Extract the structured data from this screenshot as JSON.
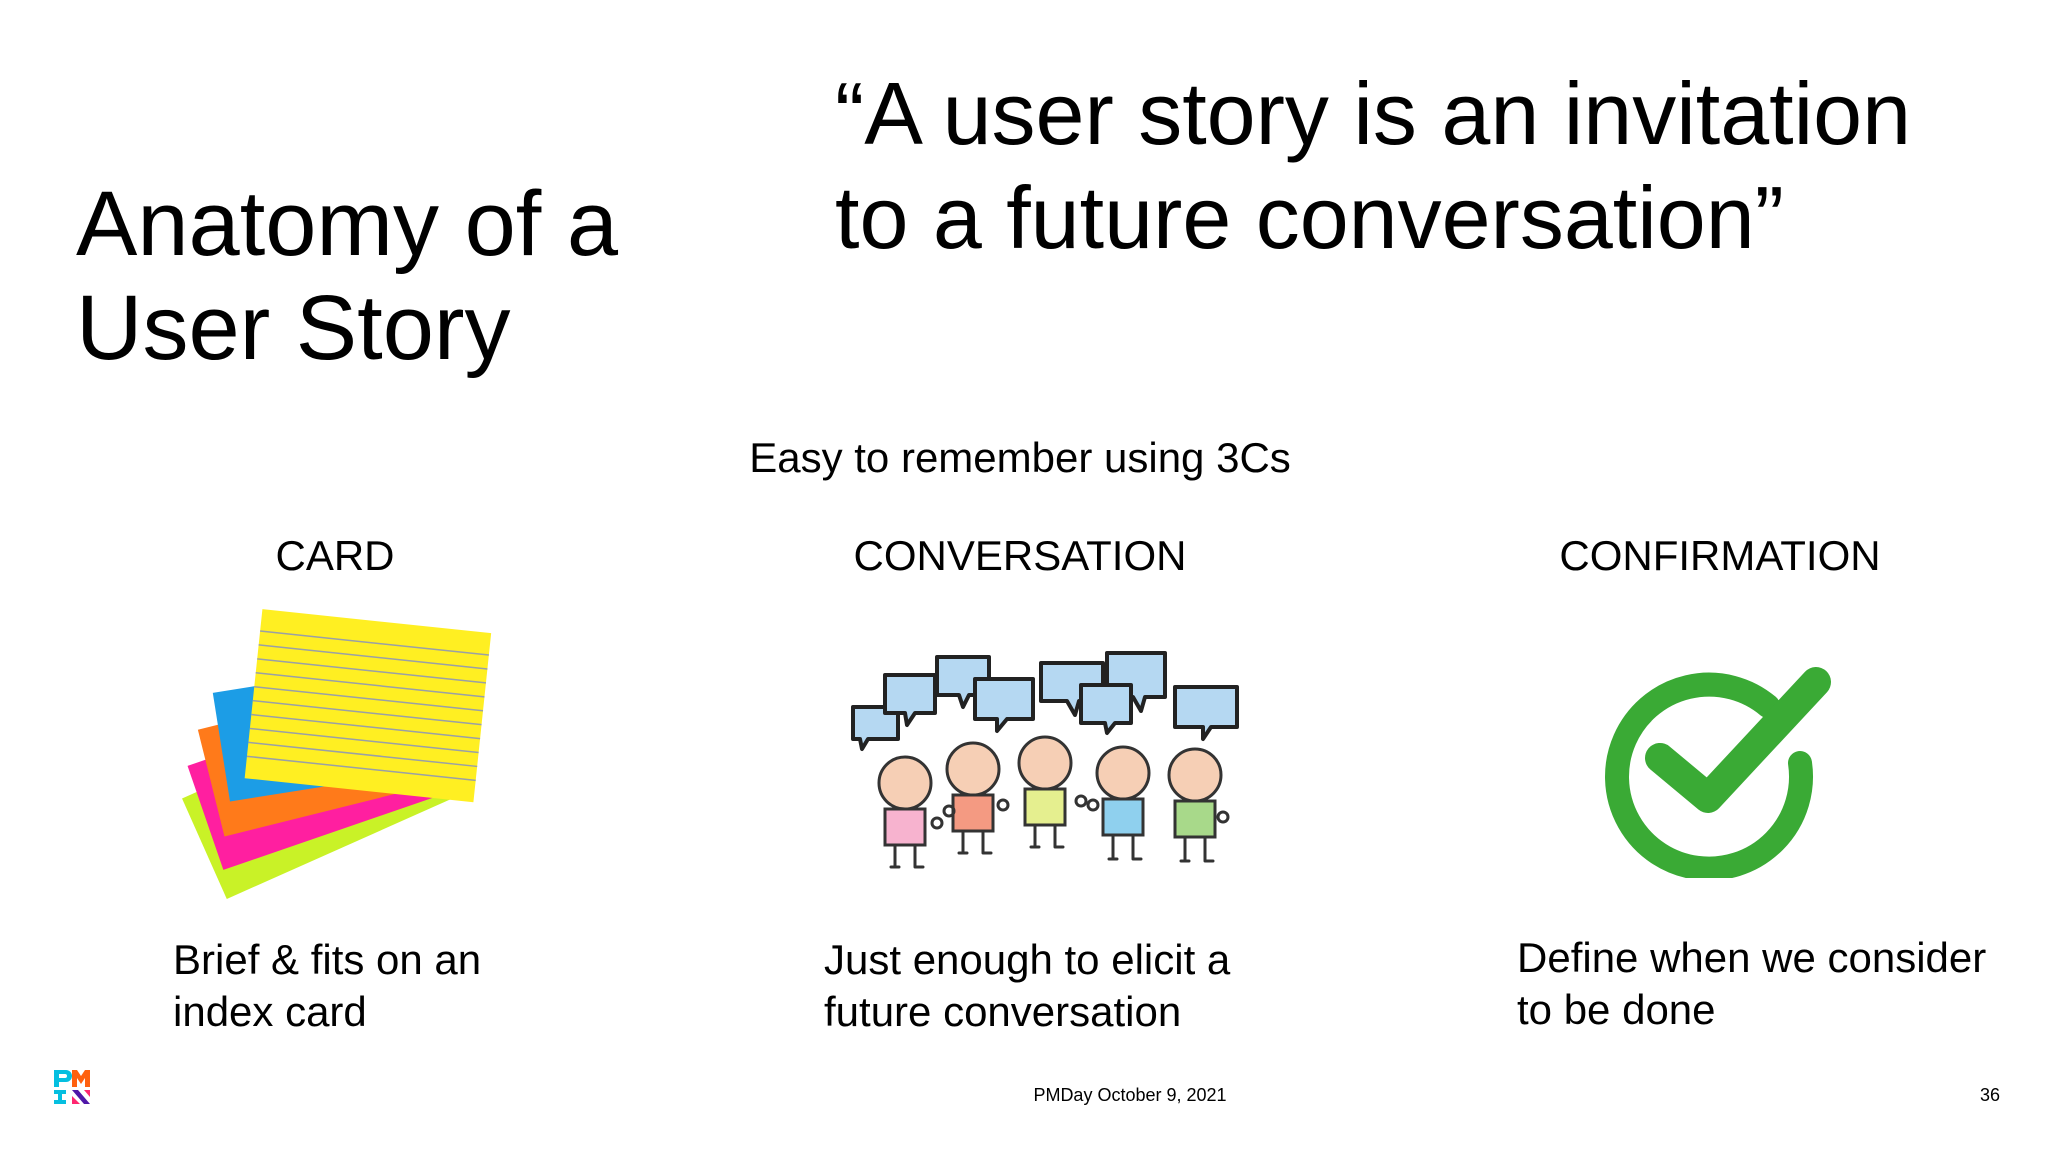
{
  "slide": {
    "title_lines": [
      "Anatomy of a",
      "User Story"
    ],
    "quote_lines": [
      "“A user story is an invitation",
      "to a future conversation”"
    ],
    "subtitle": "Easy to remember using 3Cs",
    "columns": [
      {
        "heading": "CARD",
        "illustration": "index-cards-illustration",
        "desc_lines": [
          "Brief & fits on an",
          "index card"
        ]
      },
      {
        "heading": "CONVERSATION",
        "illustration": "people-talking-illustration",
        "desc_lines": [
          "Just enough to elicit a",
          "future conversation"
        ]
      },
      {
        "heading": "CONFIRMATION",
        "illustration": "checkmark-circle-icon",
        "desc_lines": [
          "Define when we consider",
          "to be done"
        ]
      }
    ]
  },
  "footer": {
    "logo": "PMI",
    "center_text": "PMDay October 9, 2021",
    "page_number": "36"
  },
  "colors": {
    "check_green": "#3aaa35",
    "speech_bubble": "#b5d8f2"
  }
}
